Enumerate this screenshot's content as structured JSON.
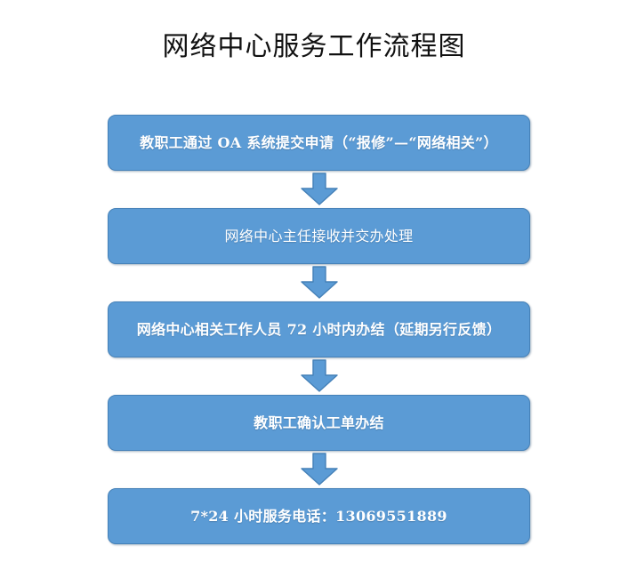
{
  "title": "网络中心服务工作流程图",
  "theme": {
    "node_fill": "#5B9BD5",
    "node_border": "#4581B8",
    "node_text": "#FFFFFF",
    "arrow_fill": "#5B9BD5",
    "arrow_border": "#4581B8",
    "title_text": "#111111",
    "page_background": "#FFFFFF"
  },
  "flow": {
    "nodes": [
      {
        "id": "node-submit-request",
        "label": "教职工通过 OA 系统提交申请（“报修”—“网络相关”）",
        "weight": "bold"
      },
      {
        "id": "node-director-receive",
        "label": "网络中心主任接收并交办处理",
        "weight": "normal"
      },
      {
        "id": "node-staff-complete-72h",
        "label": "网络中心相关工作人员 72 小时内办结（延期另行反馈）",
        "weight": "bold"
      },
      {
        "id": "node-staff-confirm",
        "label": "教职工确认工单办结",
        "weight": "bold"
      },
      {
        "id": "node-service-hotline",
        "label": "7*24 小时服务电话：13069551889",
        "weight": "bold"
      }
    ],
    "arrows": [
      {
        "id": "arrow-1",
        "direction": "down"
      },
      {
        "id": "arrow-2",
        "direction": "down"
      },
      {
        "id": "arrow-3",
        "direction": "down"
      },
      {
        "id": "arrow-4",
        "direction": "down"
      }
    ]
  }
}
